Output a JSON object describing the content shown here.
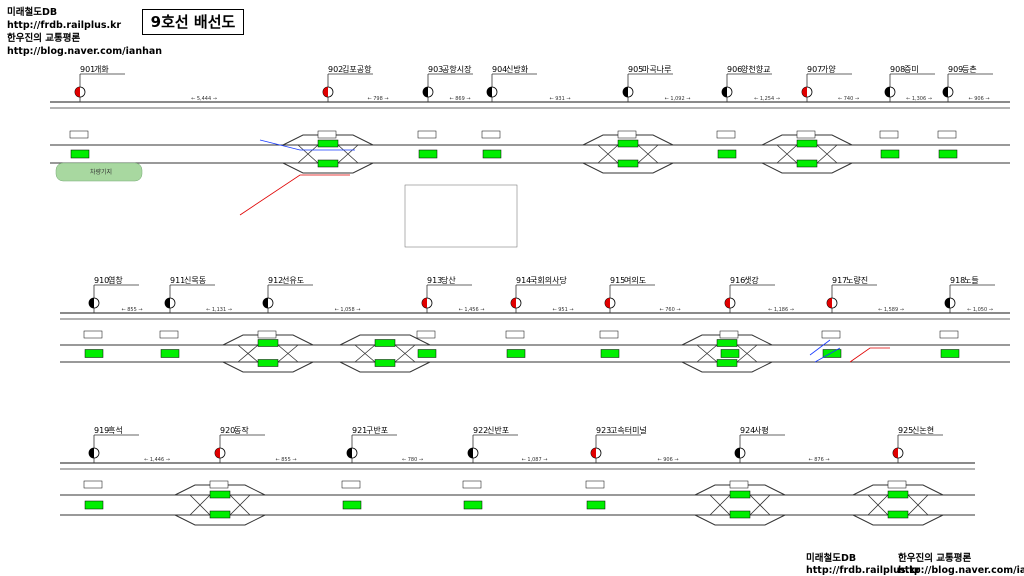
{
  "header": {
    "lines": [
      "미래철도DB",
      "http://frdb.railplus.kr",
      "한우진의 교통평론",
      "http://blog.naver.com/ianhan"
    ]
  },
  "title": "9호선 배선도",
  "footer": {
    "left": [
      "미래철도DB",
      "http://frdb.railplus.kr"
    ],
    "right": [
      "한우진의 교통평론",
      "http://blog.naver.com/ianhan"
    ]
  },
  "rows": [
    {
      "stations": [
        {
          "code": "901",
          "name": "개화",
          "transfer": true
        },
        {
          "code": "902",
          "name": "김포공항",
          "transfer": true
        },
        {
          "code": "903",
          "name": "공항시장",
          "transfer": false
        },
        {
          "code": "904",
          "name": "신방화",
          "transfer": false
        },
        {
          "code": "905",
          "name": "마곡나루",
          "transfer": false
        },
        {
          "code": "906",
          "name": "양천향교",
          "transfer": false
        },
        {
          "code": "907",
          "name": "가양",
          "transfer": true
        },
        {
          "code": "908",
          "name": "증미",
          "transfer": false
        },
        {
          "code": "909",
          "name": "등촌",
          "transfer": false
        }
      ],
      "distances": [
        "5,444",
        "798",
        "869",
        "931",
        "1,092",
        "1,254",
        "740",
        "1,306",
        "906"
      ]
    },
    {
      "stations": [
        {
          "code": "910",
          "name": "염창",
          "transfer": false
        },
        {
          "code": "911",
          "name": "신목동",
          "transfer": false
        },
        {
          "code": "912",
          "name": "선유도",
          "transfer": false
        },
        {
          "code": "913",
          "name": "당산",
          "transfer": true
        },
        {
          "code": "914",
          "name": "국회의사당",
          "transfer": true
        },
        {
          "code": "915",
          "name": "여의도",
          "transfer": true
        },
        {
          "code": "916",
          "name": "샛강",
          "transfer": true
        },
        {
          "code": "917",
          "name": "노량진",
          "transfer": true
        },
        {
          "code": "918",
          "name": "노들",
          "transfer": false
        }
      ],
      "distances": [
        "855",
        "1,131",
        "1,058",
        "1,456",
        "951",
        "760",
        "1,186",
        "1,589",
        "1,050"
      ]
    },
    {
      "stations": [
        {
          "code": "919",
          "name": "흑석",
          "transfer": false
        },
        {
          "code": "920",
          "name": "동작",
          "transfer": true
        },
        {
          "code": "921",
          "name": "구반포",
          "transfer": false
        },
        {
          "code": "922",
          "name": "신반포",
          "transfer": false
        },
        {
          "code": "923",
          "name": "고속터미널",
          "transfer": true
        },
        {
          "code": "924",
          "name": "사평",
          "transfer": false
        },
        {
          "code": "925",
          "name": "신논현",
          "transfer": true
        }
      ],
      "distances": [
        "1,446",
        "855",
        "780",
        "1,087",
        "906",
        "876"
      ]
    }
  ],
  "depot_label": "차량기지",
  "colors": {
    "transfer": "#e00000",
    "normal": "#000000",
    "yard": "#a8d8a0",
    "platform": "#00ee00",
    "blue": "#1a3cff",
    "red": "#e00000"
  }
}
